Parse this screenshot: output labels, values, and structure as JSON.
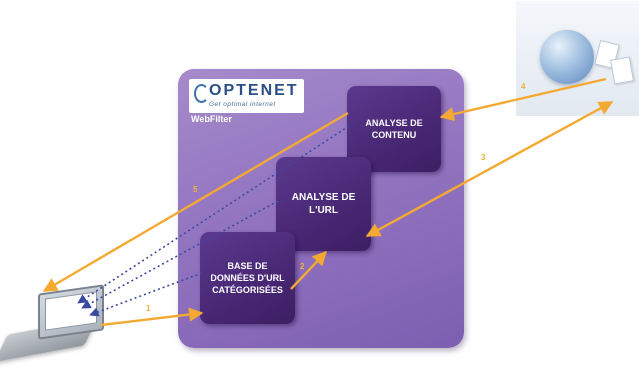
{
  "logo": {
    "name": "OPTENET",
    "tagline": "Get optimal internet"
  },
  "product_name": "WebFilter",
  "boxes": {
    "content_analysis": {
      "line1": "ANALYSE DE",
      "line2": "CONTENU"
    },
    "url_analysis": {
      "line1": "ANALYSE DE",
      "line2": "L'URL"
    },
    "url_database": {
      "line1": "BASE DE",
      "line2": "DONNÉES D'URL",
      "line3": "CATÉGORISÉES"
    }
  },
  "steps": {
    "s1": "1",
    "s2": "2",
    "s3": "3",
    "s4": "4",
    "s5": "5"
  },
  "colors": {
    "panel": "#9274c0",
    "box": "#482774",
    "arrow_solid": "#f4a933",
    "arrow_dotted": "#3a4aa0"
  },
  "icons": {
    "internet": "globe-with-documents-icon",
    "client": "laptop-icon"
  }
}
